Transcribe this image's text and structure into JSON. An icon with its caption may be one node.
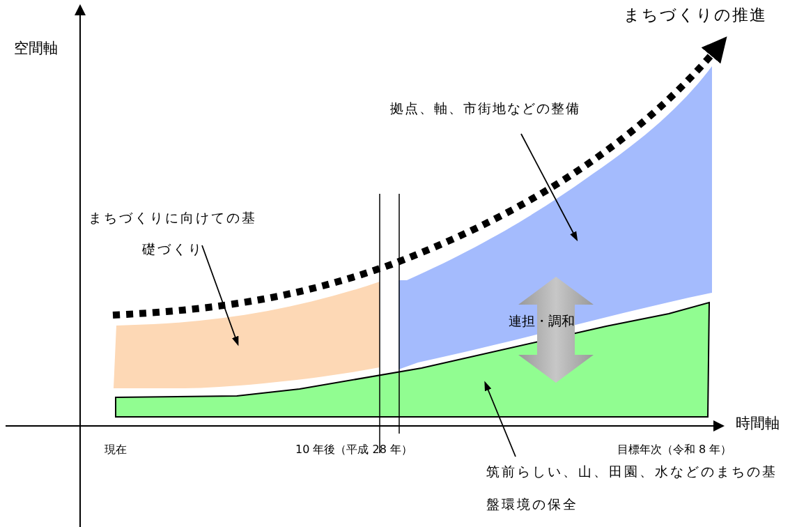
{
  "diagram": {
    "nodes": [
      {
        "text": [
          "まちづくりに向けての基礎づくり"
        ]
      },
      {
        "text": [],
        "shape": "band"
      },
      {
        "text": [
          "拠点、軸、市街地などの整備"
        ]
      },
      {
        "text": [],
        "shape": "band"
      },
      {
        "text": [],
        "shape": "band"
      },
      {
        "text": [
          "筑前らしい、山、田園、水などのまちの基盤環境の保全"
        ]
      },
      {
        "text": [
          "まちづくりの推進"
        ]
      }
    ],
    "edges": [
      {
        "from": 0,
        "to": 1,
        "arrow": "to"
      },
      {
        "from": 2,
        "to": 3,
        "arrow": "to"
      },
      {
        "from": 5,
        "to": 4,
        "arrow": "to"
      },
      {
        "from": null,
        "to": 6,
        "arrow": "to",
        "style": "dashed"
      },
      {
        "from": 3,
        "to": 4,
        "arrow": "both",
        "label": "連担・調和",
        "style": "thick",
        "color": "#999999"
      }
    ],
    "labels": [
      "空間軸",
      "時間軸",
      "現在",
      "10 年後（平成 28 年）",
      "目標年次（令和 8 年）"
    ]
  }
}
